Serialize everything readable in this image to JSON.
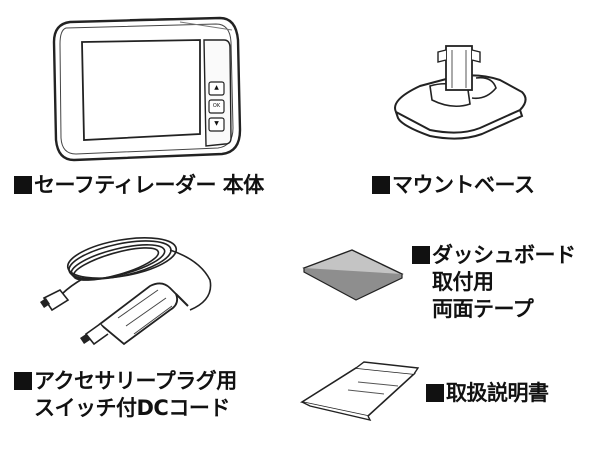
{
  "items": [
    {
      "name": "main-unit",
      "lines": [
        "セーフティレーダー 本体"
      ]
    },
    {
      "name": "mount-base",
      "lines": [
        "マウントベース"
      ]
    },
    {
      "name": "dashboard-tape",
      "lines": [
        "ダッシュボード",
        "取付用",
        "両面テープ"
      ]
    },
    {
      "name": "dc-cord",
      "lines": [
        "アクセサリープラグ用",
        "スイッチ付DCコード"
      ]
    },
    {
      "name": "manual",
      "lines": [
        "取扱説明書"
      ]
    }
  ],
  "device": {
    "button_up": "▲",
    "button_mid": "OK",
    "button_down": "▼"
  }
}
